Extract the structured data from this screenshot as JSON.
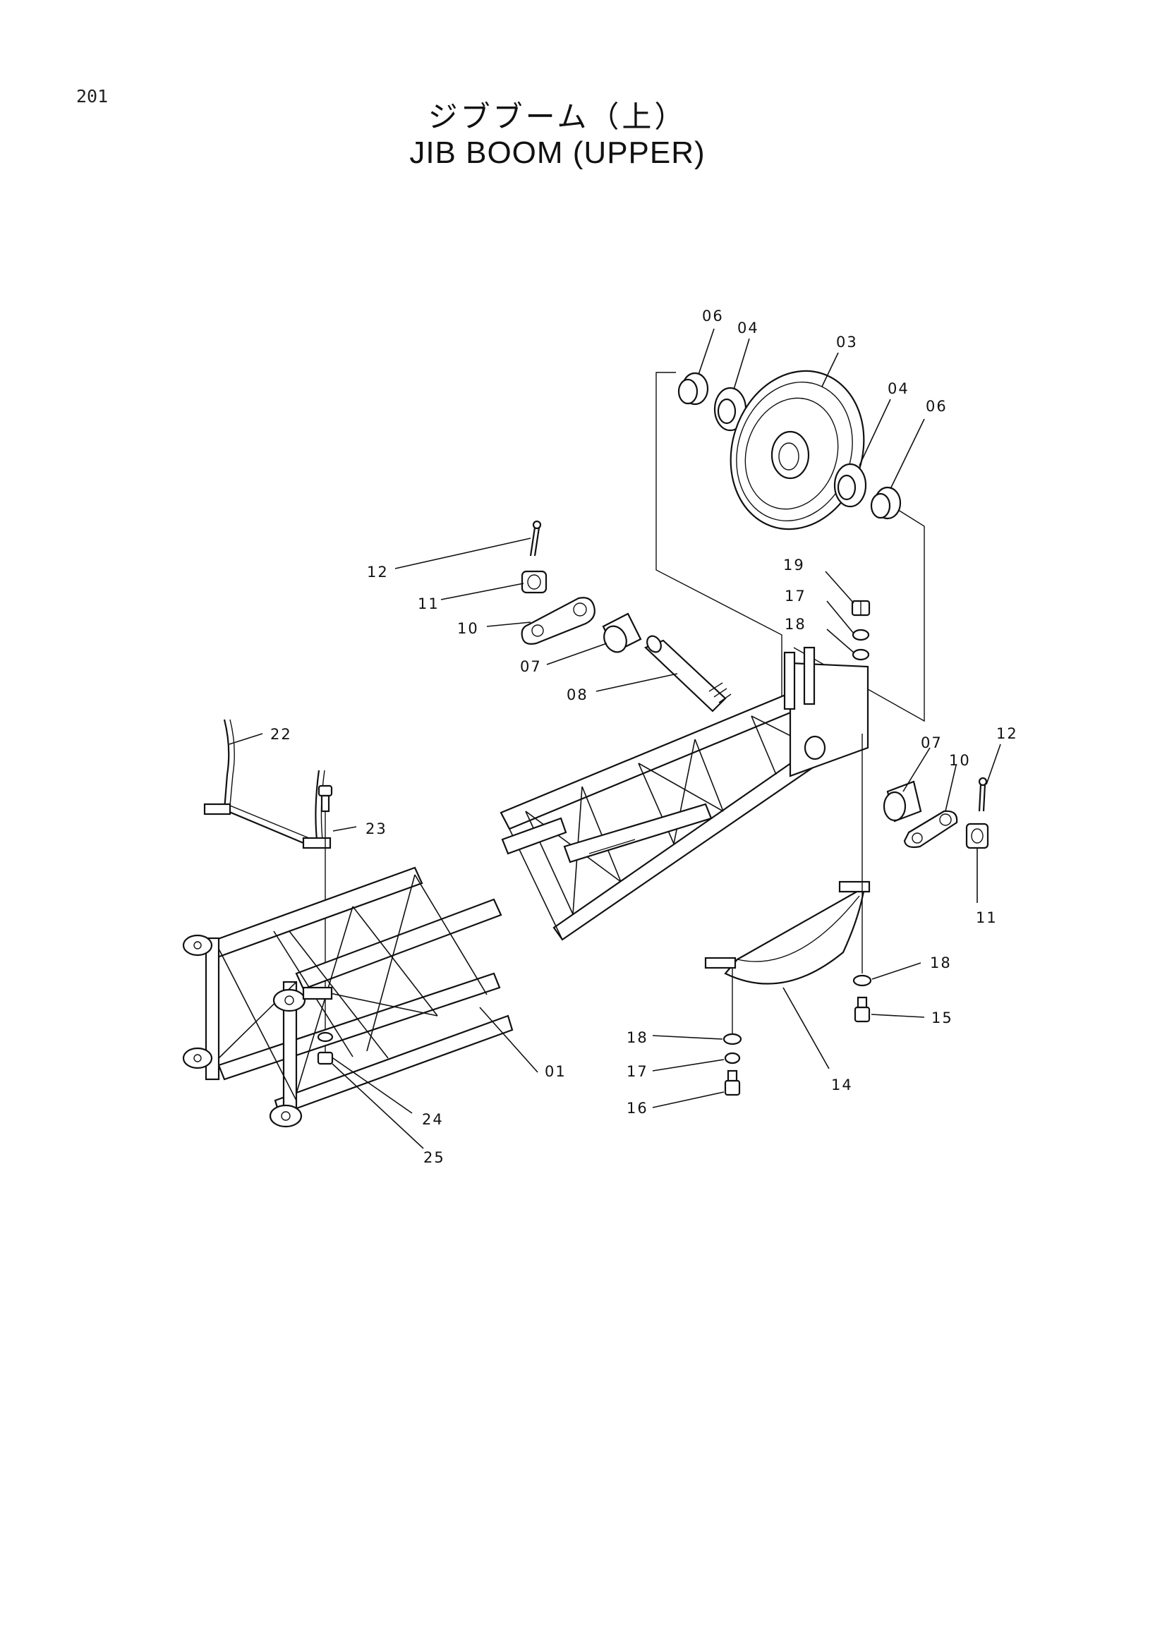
{
  "page_number": "201",
  "title_jp": "ジブブーム（上）",
  "title_en": "JIB BOOM (UPPER)",
  "labels": {
    "p06a": "06",
    "p04a": "04",
    "p03": "03",
    "p04b": "04",
    "p06b": "06",
    "p12a": "12",
    "p11a": "11",
    "p10a": "10",
    "p07a": "07",
    "p08": "08",
    "p19": "19",
    "p17a": "17",
    "p18a": "18",
    "p22": "22",
    "p23": "23",
    "p07b": "07",
    "p10b": "10",
    "p12b": "12",
    "p11b": "11",
    "p18b": "18",
    "p15": "15",
    "p18c": "18",
    "p17b": "17",
    "p16": "16",
    "p14": "14",
    "p01": "01",
    "p24": "24",
    "p25": "25"
  }
}
